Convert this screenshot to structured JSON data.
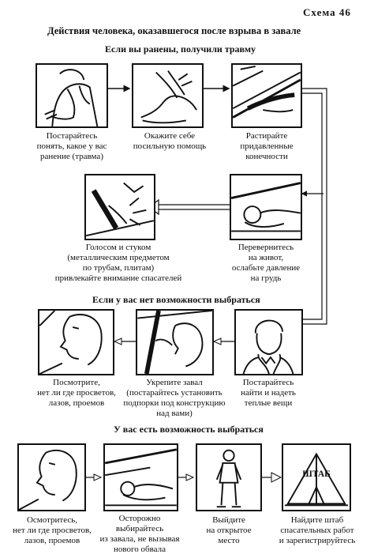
{
  "scheme_label": "Схема 46",
  "title": "Действия человека, оказавшегося после взрыва в завале",
  "sections": {
    "injured": "Если вы ранены, получили травму",
    "no_exit": "Если у вас нет возможности выбраться",
    "can_exit": "У вас есть возможность выбраться"
  },
  "steps": {
    "understand_injury": [
      "Постарайтесь",
      "понять, какое у вас",
      "ранение (травма)"
    ],
    "self_help": [
      "Окажите себе",
      "посильную помощь"
    ],
    "rub_limbs": [
      "Растирайте",
      "придавленные",
      "конечности"
    ],
    "signal": [
      "Голосом и стуком",
      "(металлическим предметом",
      "по трубам, плитам)",
      "привлекайте внимание спасателей"
    ],
    "turn_over": [
      "Перевернитесь",
      "на живот,",
      "ослабьте давление",
      "на грудь"
    ],
    "look_around_1": [
      "Посмотрите,",
      "нет ли где просветов,",
      "лазов, проемов"
    ],
    "reinforce": [
      "Укрепите завал",
      "(постарайтесь установить",
      "подпорки под конструкцию",
      "над вами)"
    ],
    "warm_clothes": [
      "Постарайтесь",
      "найти и надеть",
      "теплые вещи"
    ],
    "look_around_2": [
      "Осмотритесь,",
      "нет ли где просветов,",
      "лазов, проемов"
    ],
    "climb_out": [
      "Осторожно",
      "выбирайтесь",
      "из завала, не вызывая",
      "нового обвала"
    ],
    "exit_open": [
      "Выйдите",
      "на открытое",
      "место"
    ],
    "hq": [
      "Найдите штаб",
      "спасательных работ",
      "и зарегистрируйтесь"
    ]
  },
  "hq_sign": "ШТАБ"
}
